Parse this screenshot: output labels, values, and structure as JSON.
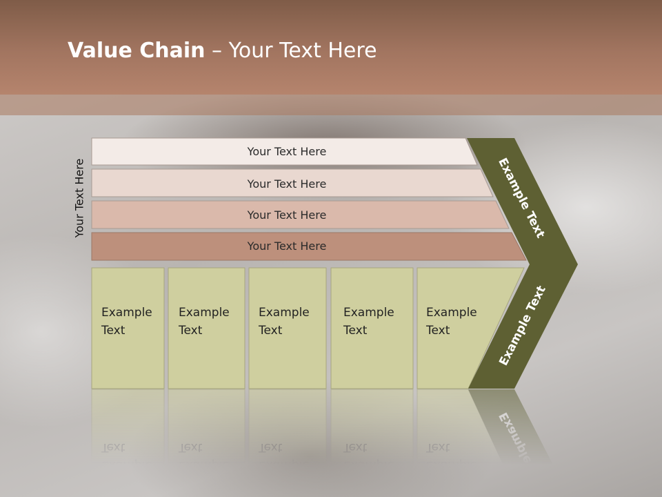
{
  "title": {
    "bold": "Value Chain",
    "rest": " – Your Text Here"
  },
  "side_label": "Your Text Here",
  "bands": [
    {
      "label": "Your Text Here",
      "color": "#f3ebe7"
    },
    {
      "label": "Your Text Here",
      "color": "#e9d8d0"
    },
    {
      "label": "Your Text Here",
      "color": "#dab9ab"
    },
    {
      "label": "Your Text Here",
      "color": "#bd907c"
    }
  ],
  "boxes": [
    {
      "line1": "Example",
      "line2": "Text"
    },
    {
      "line1": "Example",
      "line2": "Text"
    },
    {
      "line1": "Example",
      "line2": "Text"
    },
    {
      "line1": "Example",
      "line2": "Text"
    },
    {
      "line1": "Example",
      "line2": "Text"
    }
  ],
  "arrow": {
    "upper_label": "Example Text",
    "lower_label": "Example Text",
    "color": "#5e6033"
  },
  "colors": {
    "box_fill": "#cfcf9f",
    "box_stroke": "#a7a67e",
    "header": "#a27560"
  }
}
